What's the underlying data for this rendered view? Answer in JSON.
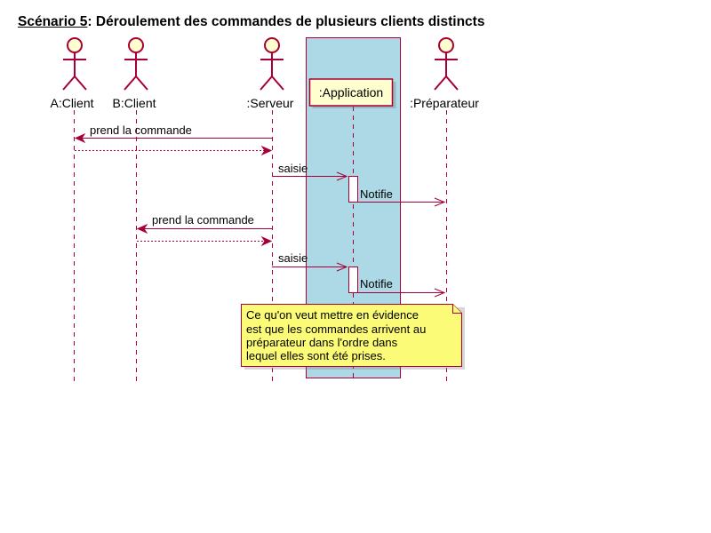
{
  "title": {
    "underlined": "Scénario 5",
    "rest": ": Déroulement des commandes de plusieurs clients distincts"
  },
  "participants": [
    {
      "label": "A:Client",
      "kind": "actor"
    },
    {
      "label": "B:Client",
      "kind": "actor"
    },
    {
      "label": ":Serveur",
      "kind": "actor"
    },
    {
      "label": ":Application",
      "kind": "participant"
    },
    {
      "label": ":Préparateur",
      "kind": "actor"
    }
  ],
  "messages": [
    {
      "label": "prend la commande"
    },
    {
      "label": ""
    },
    {
      "label": "saisie"
    },
    {
      "label": "Notifie"
    },
    {
      "label": "prend la commande"
    },
    {
      "label": ""
    },
    {
      "label": "saisie"
    },
    {
      "label": "Notifie"
    }
  ],
  "note": {
    "lines": [
      "Ce qu'on veut mettre en évidence",
      "est que les commandes arrivent au",
      "préparateur dans l'ordre dans",
      "lequel elles sont été prises."
    ]
  },
  "colors": {
    "line": "#A80036",
    "actor_fill": "#FEFECE",
    "box_fill": "#ADD8E6",
    "note_fill": "#FBFB77",
    "activation_fill": "#FFFFFF"
  }
}
